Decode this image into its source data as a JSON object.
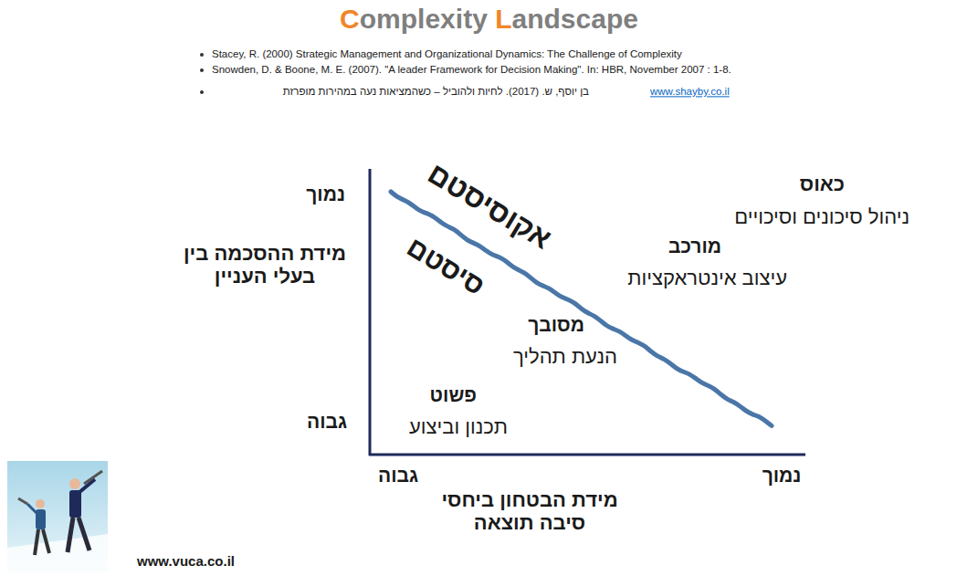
{
  "diagram": {
    "title": "Complexity Landscape",
    "labels": [
      "Stacey, R. (2000) Strategic Management and Organizational Dynamics: The Challenge of Complexity",
      "Snowden, D. & Boone, M. E. (2007). \"A leader Framework for Decision Making\". In: HBR, November 2007 : 1-8.",
      "בן יוסף, ש. (2017). לחיות ולהוביל – כשהמציאות נעה במהירות מופרזת",
      "www.shayby.co.il",
      "נמוך",
      "מידת ההסכמה בין בעלי העניין",
      "גבוה",
      "גבוה",
      "נמוך",
      "מידת הבטחון ביחסי סיבה תוצאה",
      "כאוס",
      "ניהול סיכונים וסיכויים",
      "מורכב",
      "עיצוב אינטראקציות",
      "מסובך",
      "הנעת תהליך",
      "פשוט",
      "תכנון וביצוע",
      "אקוסיסטם",
      "סיסטם",
      "www.vuca.co.il"
    ]
  }
}
